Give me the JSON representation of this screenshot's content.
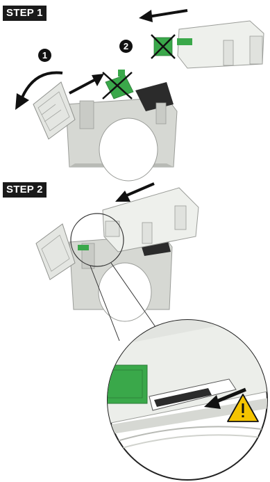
{
  "steps": [
    {
      "label": "STEP 1",
      "markers": [
        "1",
        "2"
      ]
    },
    {
      "label": "STEP 2",
      "warning_icon": "warning-triangle-icon"
    }
  ],
  "colors": {
    "housing_gray": "#d6d8d3",
    "housing_shadow": "#b8bab5",
    "connector_green": "#3aa84a",
    "dark_part": "#2b2b2b",
    "arrow_black": "#111111",
    "warning_yellow": "#f5c400"
  },
  "icons": [
    "curved-arrow-icon",
    "cross-mark-icon",
    "direction-arrow-icon",
    "warning-triangle-icon",
    "magnifier-circle-icon"
  ]
}
